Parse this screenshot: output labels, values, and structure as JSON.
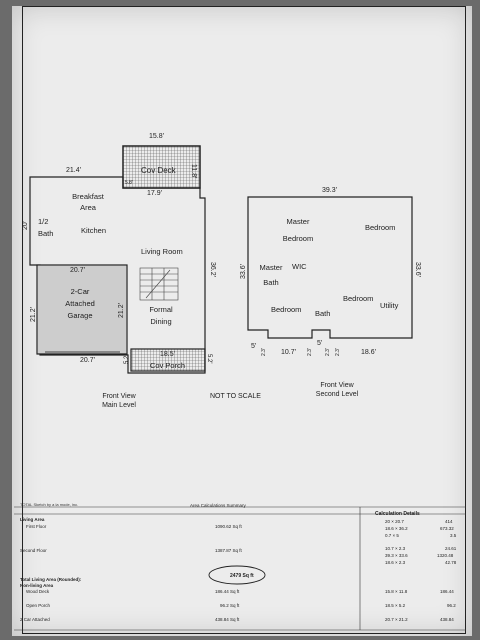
{
  "main_level": {
    "dims": {
      "cov_deck_width": "15.8'",
      "cov_deck_depth": "11.8'",
      "top_width": "21.4'",
      "deck_inner": "17.9'",
      "small_left": "5.8'",
      "left_side": "20'",
      "right_side": "36.2'",
      "garage_width": "20.7'",
      "garage_depth": "21.2'",
      "garage_inner": "21.2'",
      "bottom_width": "20.7'",
      "porch_width": "18.5'",
      "porch_left": "5.2'",
      "porch_right": "5.2'"
    },
    "rooms": {
      "cov_deck": "Cov Deck",
      "breakfast": "Breakfast Area",
      "half_bath": "1/2 Bath",
      "kitchen": "Kitchen",
      "living": "Living Room",
      "garage": "2-Car Attached Garage",
      "formal": "Formal Dining",
      "cov_porch": "Cov Porch"
    },
    "caption": "Front View Main Level"
  },
  "second_level": {
    "dims": {
      "top": "39.3'",
      "left": "33.6'",
      "right": "33.6'",
      "bottom_left": "10.7'",
      "bottom_right": "18.6'",
      "left_small": "5'",
      "center_small": "5'",
      "offset_1": "2.3'",
      "offset_2": "2.3'",
      "offset_3": "2.3'",
      "offset_4": "2.3'"
    },
    "rooms": {
      "master_bedroom": "Master Bedroom",
      "bedroom_1": "Bedroom",
      "master_bath": "Master Bath",
      "wic": "WIC",
      "bedroom_2": "Bedroom",
      "bedroom_3": "Bedroom",
      "bath": "Bath",
      "utility": "Utility"
    },
    "caption": "Front View Second Level"
  },
  "not_to_scale": "NOT TO SCALE",
  "footer_small": "TOTAL Sketch by a la mode, inc.",
  "summary": {
    "title": "Area Calculations Summary",
    "calc_title": "Calculation Details",
    "living_area": "Living Area",
    "first_floor": "First Floor",
    "first_floor_val": "1090.62 Sq ft",
    "second_floor": "Second Floor",
    "second_floor_val": "1387.87 Sq ft",
    "total_label": "Total Living Area (Rounded):",
    "total_val": "2479 Sq ft",
    "non_living": "Non-living Area",
    "deck": "Wood Deck",
    "deck_val": "186.44 Sq ft",
    "porch": "Open Porch",
    "porch_val": "96.2 Sq ft",
    "garage": "2 Car Attached",
    "garage_val": "438.84 Sq ft",
    "calc_rows": [
      {
        "expr": "20 × 20.7",
        "val": "414"
      },
      {
        "expr": "18.6 × 36.2",
        "val": "673.32"
      },
      {
        "expr": "0.7 × 5",
        "val": "3.5"
      },
      {
        "expr": "10.7 × 2.3",
        "val": "24.61"
      },
      {
        "expr": "39.3 × 33.6",
        "val": "1320.48"
      },
      {
        "expr": "18.6 × 2.3",
        "val": "42.78"
      }
    ],
    "deck_calc": {
      "expr": "15.8 × 11.8",
      "val": "186.44"
    },
    "porch_calc": {
      "expr": "18.5 × 5.2",
      "val": "96.2"
    },
    "garage_calc": {
      "expr": "20.7 × 21.2",
      "val": "438.84"
    }
  }
}
